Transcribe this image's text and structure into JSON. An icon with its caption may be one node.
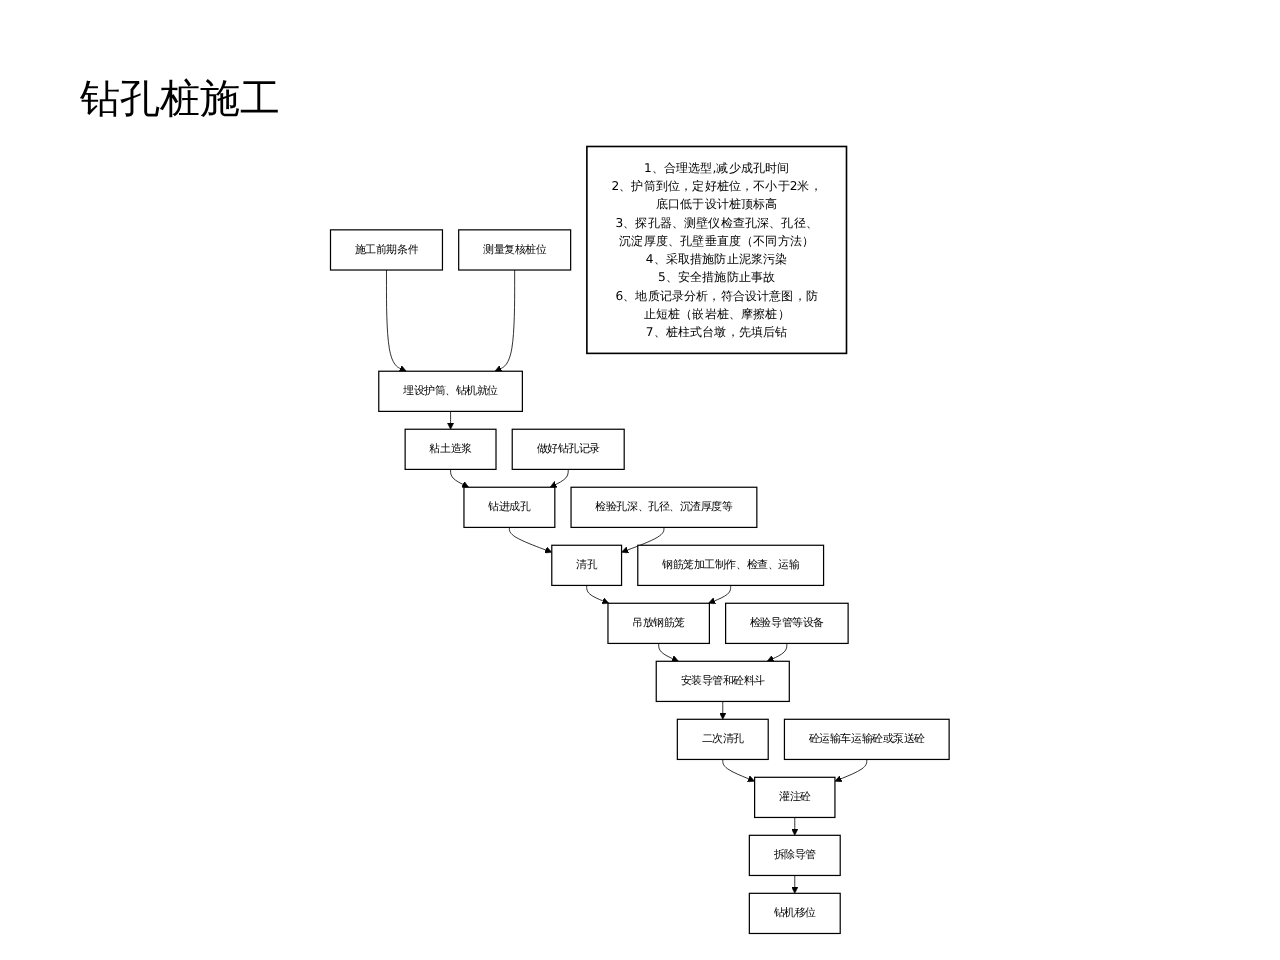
{
  "diagram": {
    "title": "钻孔桩施工",
    "nodes": [
      {
        "text": [
          "施工前期条件"
        ]
      },
      {
        "text": [
          "测量复核桩位"
        ]
      },
      {
        "text": [
          "埋设护筒、钻机就位"
        ]
      },
      {
        "text": [
          "粘土造浆"
        ]
      },
      {
        "text": [
          "做好钻孔记录"
        ]
      },
      {
        "text": [
          "钻进成孔"
        ]
      },
      {
        "text": [
          "检验孔深、孔径、沉渣厚度等"
        ]
      },
      {
        "text": [
          "清孔"
        ]
      },
      {
        "text": [
          "钢筋笼加工制作、检查、运输"
        ]
      },
      {
        "text": [
          "吊放钢筋笼"
        ]
      },
      {
        "text": [
          "检验导管等设备"
        ]
      },
      {
        "text": [
          "安装导管和砼料斗"
        ]
      },
      {
        "text": [
          "二次清孔"
        ]
      },
      {
        "text": [
          "砼运输车运输砼或泵送砼"
        ]
      },
      {
        "text": [
          "灌注砼"
        ]
      },
      {
        "text": [
          "拆除导管"
        ]
      },
      {
        "text": [
          "钻机移位"
        ]
      },
      {
        "text": [
          "1、合理选型,减少成孔时间",
          "2、护筒到位，定好桩位，不小于2米，底口低于设计桩顶标高",
          "3、探孔器、测壁仪检查孔深、孔径、沉淀厚度、孔壁垂直度（不同方法）",
          "4、采取措施防止泥浆污染",
          "5、安全措施防止事故",
          "6、地质记录分析，符合设计意图，防止短桩（嵌岩桩、摩擦桩）",
          "7、桩柱式台墩，先填后钻"
        ]
      }
    ],
    "edges": [
      {
        "from": 0,
        "to": 2,
        "arrow": "to"
      },
      {
        "from": 1,
        "to": 2,
        "arrow": "to"
      },
      {
        "from": 2,
        "to": 3,
        "arrow": "to"
      },
      {
        "from": 3,
        "to": 5,
        "arrow": "to"
      },
      {
        "from": 4,
        "to": 5,
        "arrow": "to"
      },
      {
        "from": 5,
        "to": 7,
        "arrow": "to"
      },
      {
        "from": 6,
        "to": 7,
        "arrow": "to"
      },
      {
        "from": 7,
        "to": 9,
        "arrow": "to"
      },
      {
        "from": 8,
        "to": 9,
        "arrow": "to"
      },
      {
        "from": 9,
        "to": 11,
        "arrow": "to"
      },
      {
        "from": 10,
        "to": 11,
        "arrow": "to"
      },
      {
        "from": 11,
        "to": 12,
        "arrow": "to"
      },
      {
        "from": 12,
        "to": 14,
        "arrow": "to"
      },
      {
        "from": 13,
        "to": 14,
        "arrow": "to"
      },
      {
        "from": 14,
        "to": 15,
        "arrow": "to"
      },
      {
        "from": 15,
        "to": 16,
        "arrow": "to"
      }
    ]
  }
}
